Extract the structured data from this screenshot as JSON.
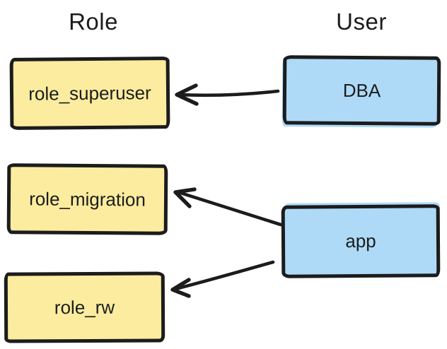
{
  "diagram": {
    "background": "#ffffff",
    "stroke_color": "#1c1c1c",
    "columns": {
      "role": {
        "title": "Role"
      },
      "user": {
        "title": "User"
      }
    },
    "role_nodes": [
      {
        "id": "role_superuser",
        "label": "role_superuser",
        "fill": "#fbec9f"
      },
      {
        "id": "role_migration",
        "label": "role_migration",
        "fill": "#fbec9f"
      },
      {
        "id": "role_rw",
        "label": "role_rw",
        "fill": "#fbec9f"
      }
    ],
    "user_nodes": [
      {
        "id": "DBA",
        "label": "DBA",
        "fill": "#aedaf8"
      },
      {
        "id": "app",
        "label": "app",
        "fill": "#aedaf8"
      }
    ],
    "edges": [
      {
        "from": "DBA",
        "to": "role_superuser"
      },
      {
        "from": "app",
        "to": "role_migration"
      },
      {
        "from": "app",
        "to": "role_rw"
      }
    ]
  }
}
